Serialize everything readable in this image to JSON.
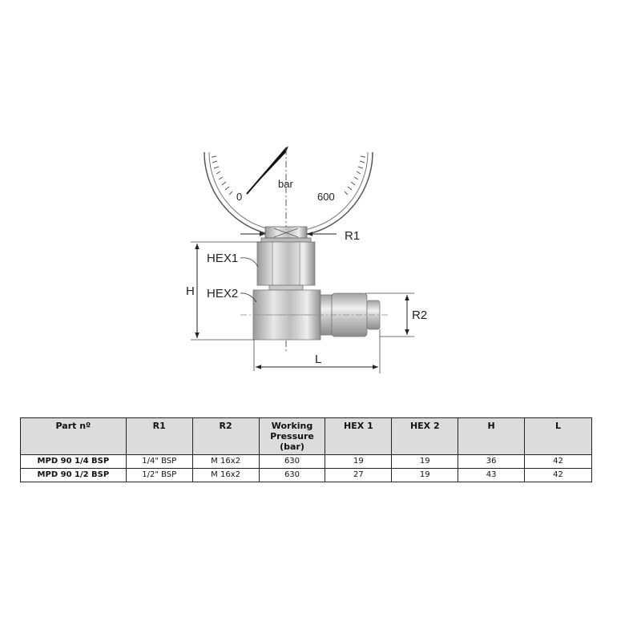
{
  "drawing": {
    "gauge": {
      "scale_min": "0",
      "scale_max": "600",
      "unit": "bar"
    },
    "labels": {
      "r1": "R1",
      "r2": "R2",
      "hex1": "HEX1",
      "hex2": "HEX2",
      "h": "H",
      "l": "L"
    }
  },
  "table": {
    "headers": [
      {
        "key": "part",
        "lines": [
          "Part nº"
        ]
      },
      {
        "key": "r1",
        "lines": [
          "R1"
        ]
      },
      {
        "key": "r2",
        "lines": [
          "R2"
        ]
      },
      {
        "key": "pressure",
        "lines": [
          "Working",
          "Pressure",
          "(bar)"
        ]
      },
      {
        "key": "hex1",
        "lines": [
          "HEX 1"
        ]
      },
      {
        "key": "hex2",
        "lines": [
          "HEX 2"
        ]
      },
      {
        "key": "h",
        "lines": [
          "H"
        ]
      },
      {
        "key": "l",
        "lines": [
          "L"
        ]
      }
    ],
    "rows": [
      {
        "part": "MPD 90 1/4 BSP",
        "r1": "1/4\" BSP",
        "r2": "M 16x2",
        "pressure": "630",
        "hex1": "19",
        "hex2": "19",
        "h": "36",
        "l": "42"
      },
      {
        "part": "MPD 90 1/2 BSP",
        "r1": "1/2\" BSP",
        "r2": "M 16x2",
        "pressure": "630",
        "hex1": "27",
        "hex2": "19",
        "h": "43",
        "l": "42"
      }
    ]
  }
}
